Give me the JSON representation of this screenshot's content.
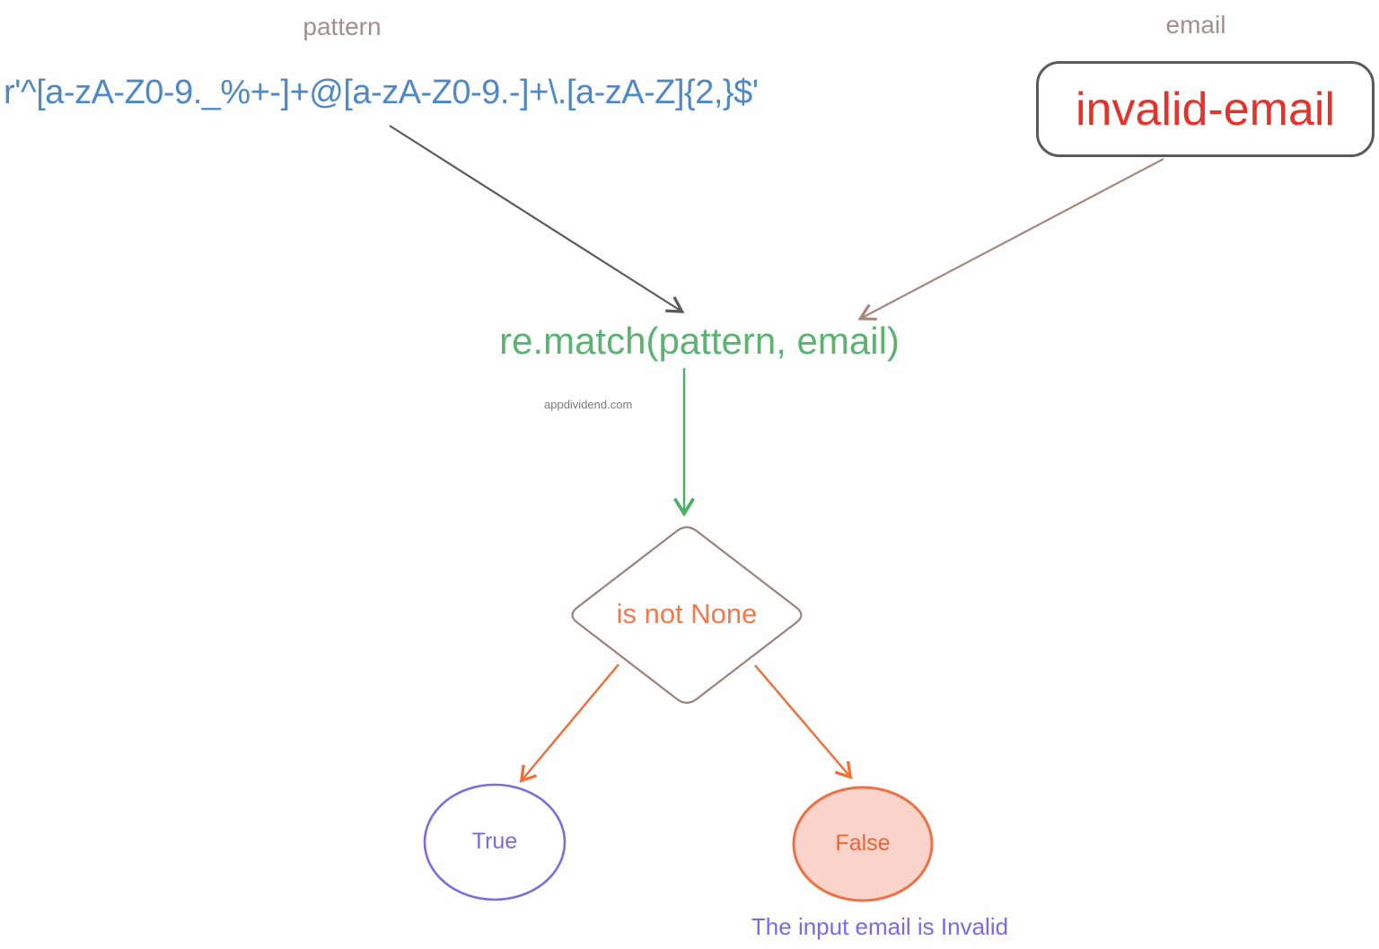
{
  "diagram": {
    "title_context": "Python regex email validation flowchart",
    "pattern": {
      "label": "pattern",
      "value": "r'^[a-zA-Z0-9._%+-]+@[a-zA-Z0-9.-]+\\.[a-zA-Z]{2,}$'"
    },
    "email": {
      "label": "email",
      "value": "invalid-email"
    },
    "match_call": "re.match(pattern, email)",
    "watermark": "appdividend.com",
    "condition": "is not None",
    "branches": {
      "true_label": "True",
      "false_label": "False",
      "false_result": "The input email is Invalid"
    },
    "colors": {
      "var_label": "#a3908a",
      "regex_blue": "#4f88c7",
      "email_value_red": "#e5332c",
      "email_box_border": "#5a5a5a",
      "match_green": "#5bb371",
      "arrow_gray": "#5e5a5a",
      "arrow_brown": "#a3887b",
      "arrow_green": "#4cb168",
      "arrow_orange": "#f0703c",
      "diamond_border": "#9b8278",
      "condition_orange": "#f4794b",
      "true_purple": "#7c68e0",
      "false_orange": "#ee6535",
      "false_fill_pink": "#fad3cb",
      "result_purple": "#7c68ee",
      "watermark_gray": "#7a7a7a"
    }
  }
}
